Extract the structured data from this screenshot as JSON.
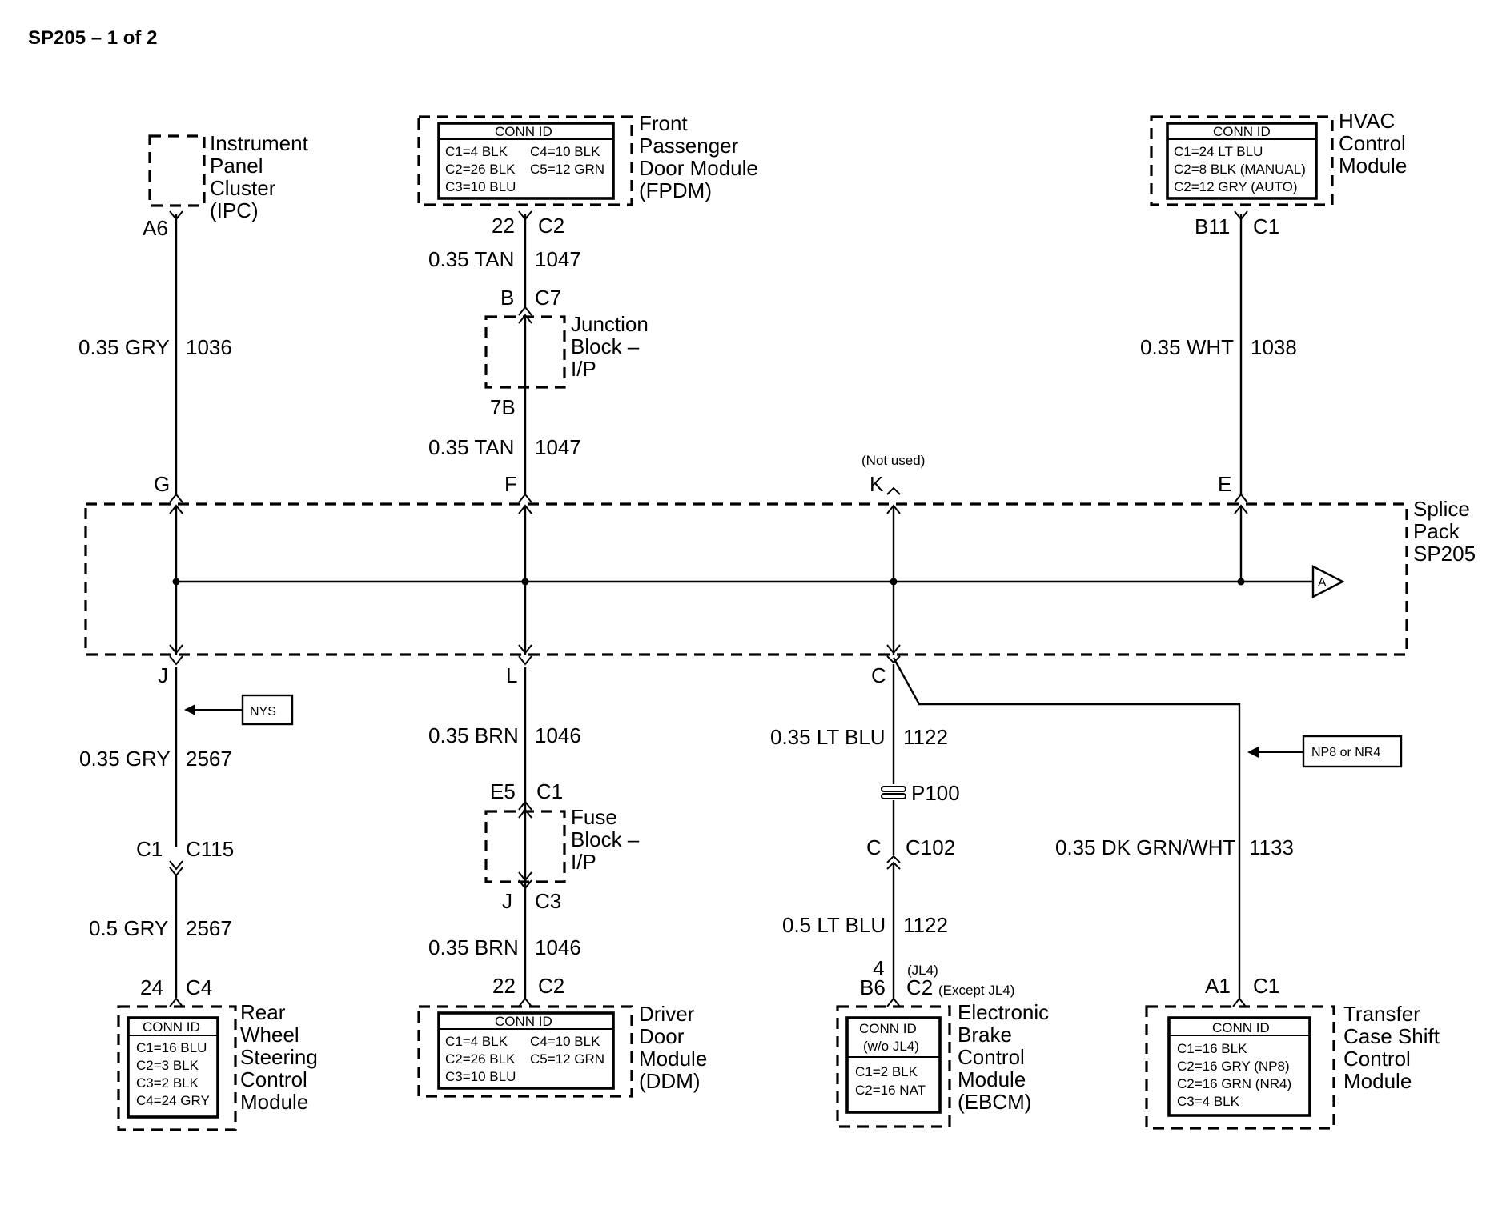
{
  "title": "SP205 – 1 of 2",
  "components": {
    "ipc": [
      "Instrument",
      "Panel",
      "Cluster",
      "(IPC)"
    ],
    "fpdm": [
      "Front",
      "Passenger",
      "Door Module",
      "(FPDM)"
    ],
    "hvac": [
      "HVAC",
      "Control",
      "Module"
    ],
    "junction": [
      "Junction",
      "Block –",
      "I/P"
    ],
    "fuse": [
      "Fuse",
      "Block –",
      "I/P"
    ],
    "splice": [
      "Splice",
      "Pack",
      "SP205"
    ],
    "rws": [
      "Rear",
      "Wheel",
      "Steering",
      "Control",
      "Module"
    ],
    "ddm": [
      "Driver",
      "Door",
      "Module",
      "(DDM)"
    ],
    "ebcm": [
      "Electronic",
      "Brake",
      "Control",
      "Module",
      "(EBCM)"
    ],
    "tcscm": [
      "Transfer",
      "Case Shift",
      "Control",
      "Module"
    ]
  },
  "conn_tables": {
    "fpdm": {
      "head": "CONN ID",
      "rows": [
        "C1=4 BLK",
        "C4=10 BLK",
        "C2=26 BLK",
        "C5=12 GRN",
        "C3=10 BLU"
      ]
    },
    "hvac": {
      "head": "CONN ID",
      "rows": [
        "C1=24 LT BLU",
        "C2=8 BLK (MANUAL)",
        "C2=12 GRY (AUTO)"
      ]
    },
    "rws": {
      "head": "CONN ID",
      "rows": [
        "C1=16 BLU",
        "C2=3 BLK",
        "C3=2 BLK",
        "C4=24 GRY"
      ]
    },
    "ddm": {
      "head": "CONN ID",
      "rows": [
        "C1=4 BLK",
        "C4=10 BLK",
        "C2=26 BLK",
        "C5=12 GRN",
        "C3=10 BLU"
      ]
    },
    "ebcm": {
      "head": [
        "CONN ID",
        "(w/o JL4)"
      ],
      "rows": [
        "C1=2 BLK",
        "C2=16 NAT"
      ]
    },
    "tcscm": {
      "head": "CONN ID",
      "rows": [
        "C1=16 BLK",
        "C2=16 GRY (NP8)",
        "C2=16 GRN (NR4)",
        "C3=4 BLK"
      ]
    }
  },
  "pins": {
    "a6": "A6",
    "fpdm_pin": "22",
    "fpdm_conn": "C2",
    "jb_top_pin": "B",
    "jb_top_conn": "C7",
    "jb_bot": "7B",
    "hvac_pin": "B11",
    "hvac_conn": "C1",
    "sp_g": "G",
    "sp_f": "F",
    "sp_k": "K",
    "sp_e": "E",
    "sp_j": "J",
    "sp_l": "L",
    "sp_c": "C",
    "not_used": "(Not used)",
    "offpage": "A",
    "c115_pin": "C1",
    "c115_conn": "C115",
    "fb_top_pin": "E5",
    "fb_top_conn": "C1",
    "fb_bot_pin": "J",
    "fb_bot_conn": "C3",
    "c102_pin": "C",
    "c102_conn": "C102",
    "p100": "P100",
    "rws_pin": "24",
    "rws_conn": "C4",
    "ddm_pin": "22",
    "ddm_conn": "C2",
    "ebcm_pin_jl4": "4",
    "ebcm_jl4": "(JL4)",
    "ebcm_pin": "B6",
    "ebcm_conn": "C2",
    "ebcm_except": "(Except JL4)",
    "tcscm_pin": "A1",
    "tcscm_conn": "C1"
  },
  "wires": {
    "ipc_color": "0.35 GRY",
    "ipc_circuit": "1036",
    "fpdm_color": "0.35 TAN",
    "fpdm_circuit": "1047",
    "jb_color": "0.35 TAN",
    "jb_circuit": "1047",
    "hvac_color": "0.35 WHT",
    "hvac_circuit": "1038",
    "rws1_color": "0.35 GRY",
    "rws1_circuit": "2567",
    "rws2_color": "0.5 GRY",
    "rws2_circuit": "2567",
    "ddm1_color": "0.35 BRN",
    "ddm1_circuit": "1046",
    "ddm2_color": "0.35 BRN",
    "ddm2_circuit": "1046",
    "ebcm1_color": "0.35 LT BLU",
    "ebcm1_circuit": "1122",
    "ebcm2_color": "0.5 LT BLU",
    "ebcm2_circuit": "1122",
    "tc_color": "0.35 DK GRN/WHT",
    "tc_circuit": "1133"
  },
  "options": {
    "nys": "NYS",
    "np8": "NP8 or NR4"
  }
}
